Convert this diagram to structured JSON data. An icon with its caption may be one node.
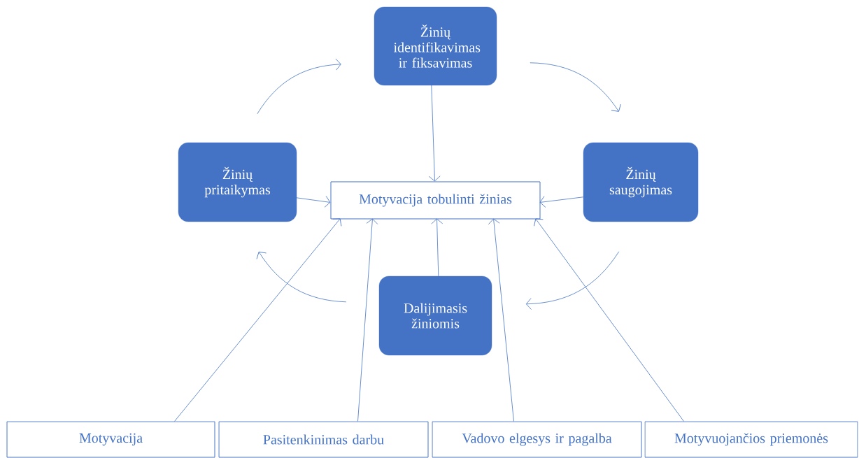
{
  "diagram": {
    "nodes": [
      {
        "text": [
          "Žinių identifikavimas ir fiksavimas"
        ]
      },
      {
        "text": [
          "Žinių pritaikymas"
        ]
      },
      {
        "text": [
          "Motyvacija tobulinti žinias"
        ]
      },
      {
        "text": [
          "Žinių saugojimas"
        ]
      },
      {
        "text": [
          "Dalijimasis žiniomis"
        ]
      },
      {
        "text": [
          "Motyvacija"
        ]
      },
      {
        "text": [
          "Pasitenkinimas darbu"
        ]
      },
      {
        "text": [
          "Vadovo elgesys ir pagalba"
        ]
      },
      {
        "text": [
          "Motyvuojančios priemonės"
        ]
      }
    ],
    "edges": [
      {
        "from": 0,
        "to": 2,
        "arrow": "to"
      },
      {
        "from": 1,
        "to": 2,
        "arrow": "to"
      },
      {
        "from": 3,
        "to": 2,
        "arrow": "to"
      },
      {
        "from": 4,
        "to": 2,
        "arrow": "to"
      },
      {
        "from": 5,
        "to": 2,
        "arrow": "to"
      },
      {
        "from": 6,
        "to": 2,
        "arrow": "to"
      },
      {
        "from": 7,
        "to": 2,
        "arrow": "to"
      },
      {
        "from": 8,
        "to": 2,
        "arrow": "to"
      },
      {
        "from": 1,
        "to": 0,
        "arrow": "to"
      },
      {
        "from": 0,
        "to": 3,
        "arrow": "to"
      },
      {
        "from": 3,
        "to": 4,
        "arrow": "to"
      },
      {
        "from": 4,
        "to": 1,
        "arrow": "to"
      }
    ]
  }
}
